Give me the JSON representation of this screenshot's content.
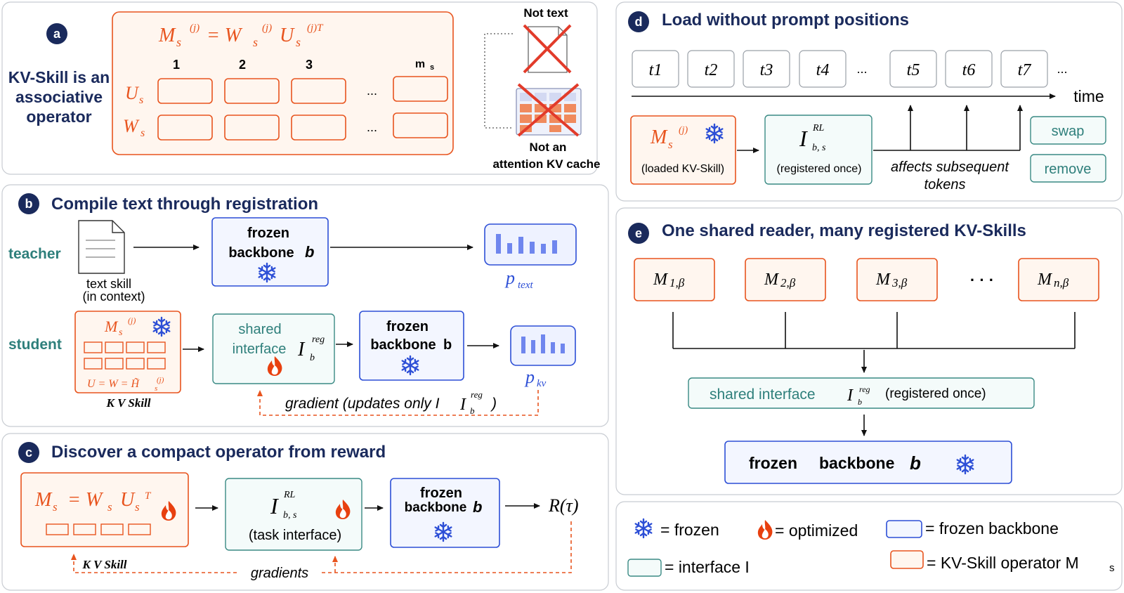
{
  "panels": {
    "a": {
      "badge": "a",
      "side_label_lines": [
        "KV-Skill is an",
        "associative",
        "operator"
      ],
      "formula_lhs": "M",
      "formula_s": "s",
      "formula_j": "(j)",
      "formula_eq": "= W",
      "formula_rhs": "U",
      "formula_jT": "(j)T",
      "columns": [
        "1",
        "2",
        "3",
        "m"
      ],
      "col_sub": "s",
      "row_u": "U",
      "row_w": "W",
      "row_sub": "s",
      "ellipsis": "...",
      "not_text": "Not text",
      "not_kv_lines": [
        "Not an",
        "attention KV cache"
      ]
    },
    "b": {
      "badge": "b",
      "title": "Compile text through registration",
      "teacher": "teacher",
      "student": "student",
      "text_skill_lines": [
        "text skill",
        "(in context)"
      ],
      "frozen_backbone_lines": [
        "frozen",
        "backbone"
      ],
      "backbone_b": "b",
      "p_text": "p",
      "p_text_sub": "text",
      "m_label": "M",
      "m_sub": "s",
      "m_sup": "(j)",
      "uw_label": "U = W = H̃",
      "uw_sub": "s",
      "uw_sup": "(j)",
      "kv_skill": "K V Skill",
      "shared_lines": [
        "shared",
        "interface"
      ],
      "i_reg": "I",
      "i_reg_sub": "b",
      "i_reg_sup": "reg",
      "p_kv": "p",
      "p_kv_sub": "kv",
      "gradient_text": "gradient (updates only I",
      "gradient_close": ")"
    },
    "c": {
      "badge": "c",
      "title": "Discover a compact operator from reward",
      "formula": "M",
      "formula_s": "s",
      "formula_eq": "= W",
      "formula_u": "U",
      "formula_T": "T",
      "kv_skill": "K V Skill",
      "i_rl": "I",
      "i_rl_sub": "b, s",
      "i_rl_sup": "RL",
      "task_interface": "(task interface)",
      "frozen_backbone_lines": [
        "frozen",
        "backbone"
      ],
      "backbone_b": "b",
      "reward": "R(τ)",
      "gradients": "gradients"
    },
    "d": {
      "badge": "d",
      "title": "Load without prompt positions",
      "tokens": [
        "t1",
        "t2",
        "t3",
        "t4",
        "...",
        "t5",
        "t6",
        "t7",
        "..."
      ],
      "time": "time",
      "m_label": "M",
      "m_sub": "s",
      "m_sup": "(j)",
      "loaded": "(loaded KV-Skill)",
      "i_rl": "I",
      "i_rl_sub": "b, s",
      "i_rl_sup": "RL",
      "registered_once": "(registered once)",
      "affects_lines": [
        "affects subsequent",
        "tokens"
      ],
      "swap": "swap",
      "remove": "remove"
    },
    "e": {
      "badge": "e",
      "title": "One shared reader, many registered KV-Skills",
      "operators": [
        {
          "main": "M",
          "sub": "1,β"
        },
        {
          "main": "M",
          "sub": "2,β"
        },
        {
          "main": "M",
          "sub": "3,β"
        },
        {
          "main": "M",
          "sub": "n,β"
        }
      ],
      "dots": "· · ·",
      "shared_interface": "shared interface",
      "i_reg": "I",
      "i_reg_sub": "b",
      "i_reg_sup": "reg",
      "registered_once": "(registered once)",
      "frozen": "frozen",
      "backbone": "backbone",
      "backbone_b": "b"
    },
    "legend": {
      "frozen": "= frozen",
      "optimized": "= optimized",
      "frozen_backbone": "= frozen backbone",
      "interface": "= interface I",
      "kv_operator": "= KV-Skill operator M",
      "kv_operator_sub": "s"
    }
  },
  "colors": {
    "orange": "#e8541e",
    "blue": "#2d4fd6",
    "teal": "#2e7f7b",
    "navy": "#1a2a5c"
  }
}
